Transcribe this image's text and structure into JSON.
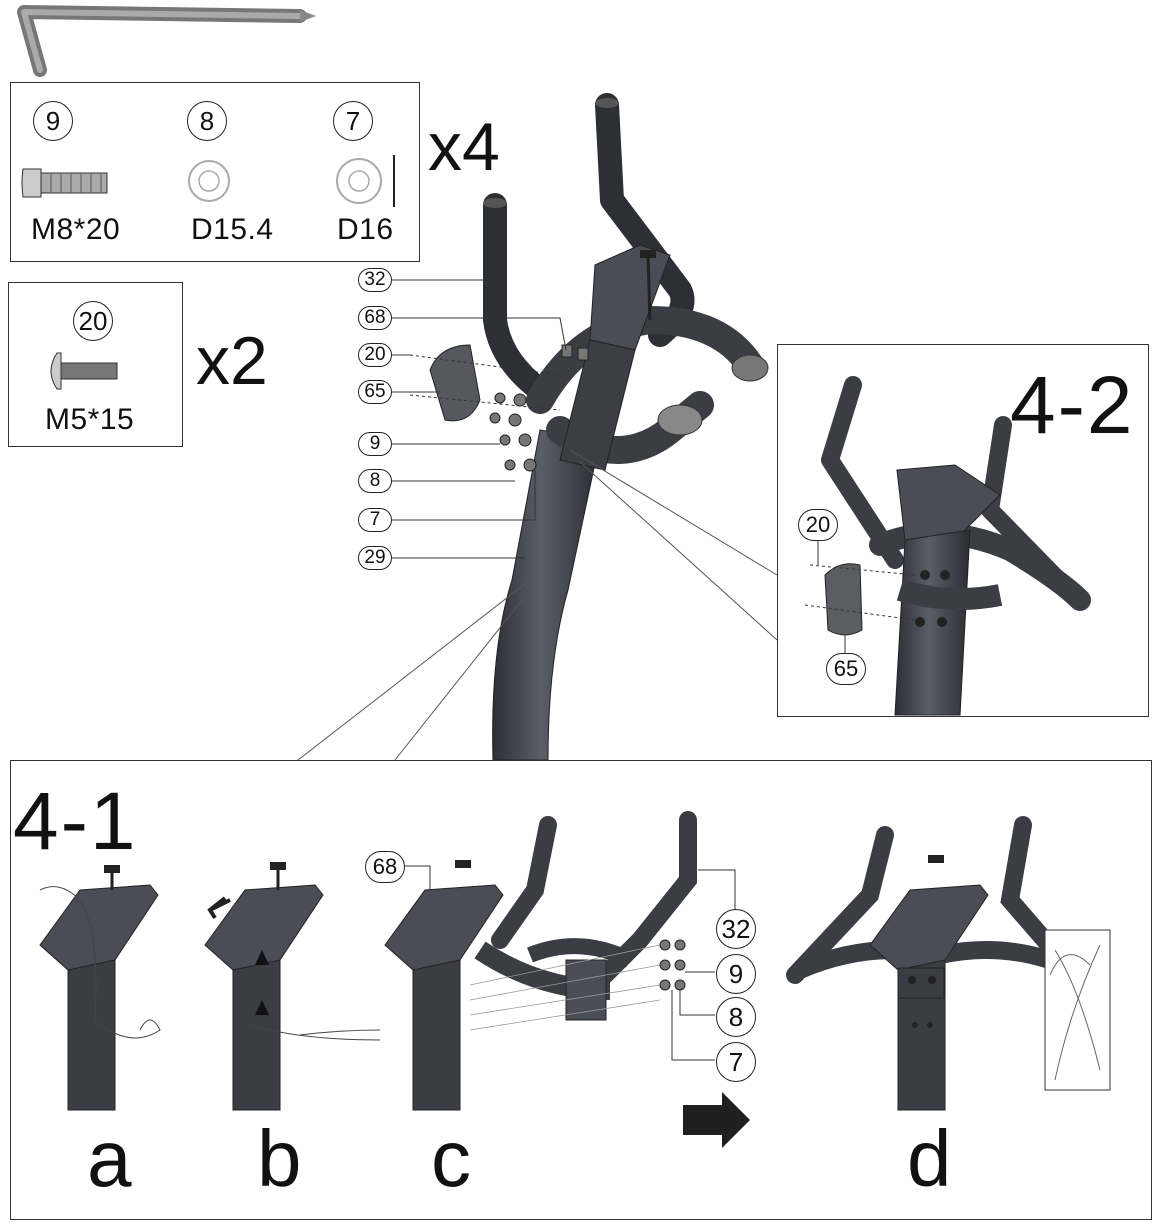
{
  "hardware": {
    "set1": {
      "multiplier": "x4",
      "parts": [
        {
          "number": "9",
          "size": "M8*20",
          "icon": "bolt-icon"
        },
        {
          "number": "8",
          "size": "D15.4",
          "icon": "spring-washer-icon"
        },
        {
          "number": "7",
          "size": "D16",
          "icon": "flat-washer-icon"
        }
      ]
    },
    "set2": {
      "multiplier": "x2",
      "parts": [
        {
          "number": "20",
          "size": "M5*15",
          "icon": "screw-icon"
        }
      ]
    }
  },
  "main_callouts": [
    "32",
    "68",
    "20",
    "65",
    "9",
    "8",
    "7",
    "29"
  ],
  "detail_4_2": {
    "title": "4-2",
    "callouts": [
      "20",
      "65"
    ]
  },
  "detail_4_1": {
    "title": "4-1",
    "steps": [
      "a",
      "b",
      "c",
      "d"
    ],
    "callouts": [
      "68",
      "32",
      "9",
      "8",
      "7"
    ]
  },
  "colors": {
    "frame": "#4a4d55",
    "frame_dark": "#2f3238",
    "line": "#333333"
  }
}
